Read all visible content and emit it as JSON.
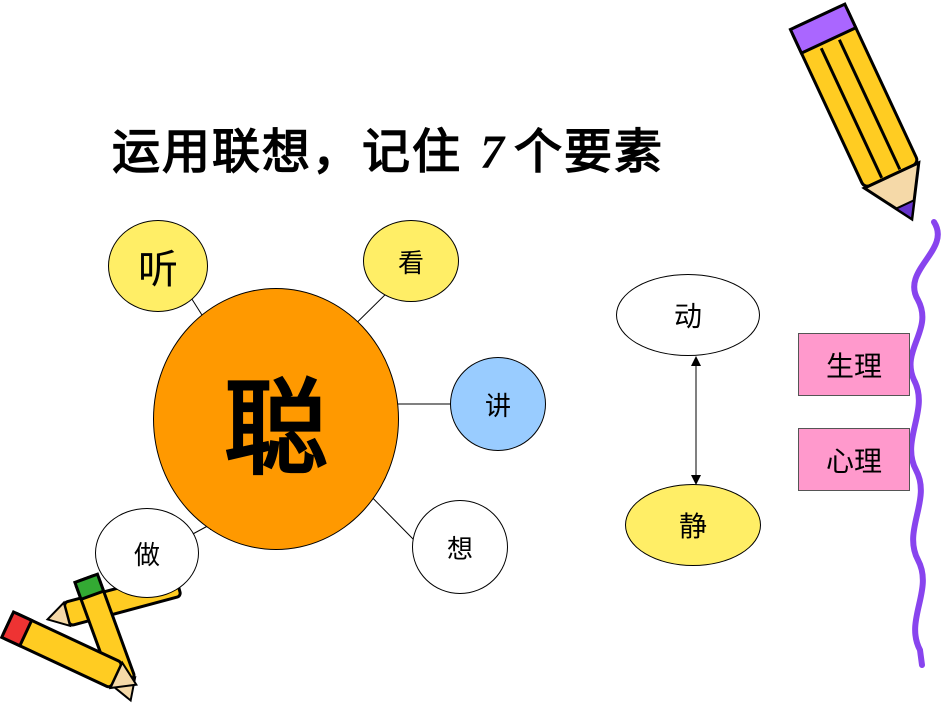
{
  "title": {
    "main": "运用联想，记住",
    "num": "7",
    "tail": "个要素"
  },
  "nodes": {
    "cong": "聪",
    "ting": "听",
    "kan": "看",
    "jiang": "讲",
    "xiang": "想",
    "zuo": "做",
    "dong": "动",
    "jing": "静",
    "shengli": "生理",
    "xinli": "心理"
  },
  "colors": {
    "center": "#FF9900",
    "yellow": "#FFEE66",
    "blue": "#99CCFF",
    "white": "#FFFFFF",
    "pink": "#FF99CC",
    "purple_line": "#8844EE"
  },
  "icons": [
    "pencil-icon",
    "crossed-pencils-icon"
  ]
}
